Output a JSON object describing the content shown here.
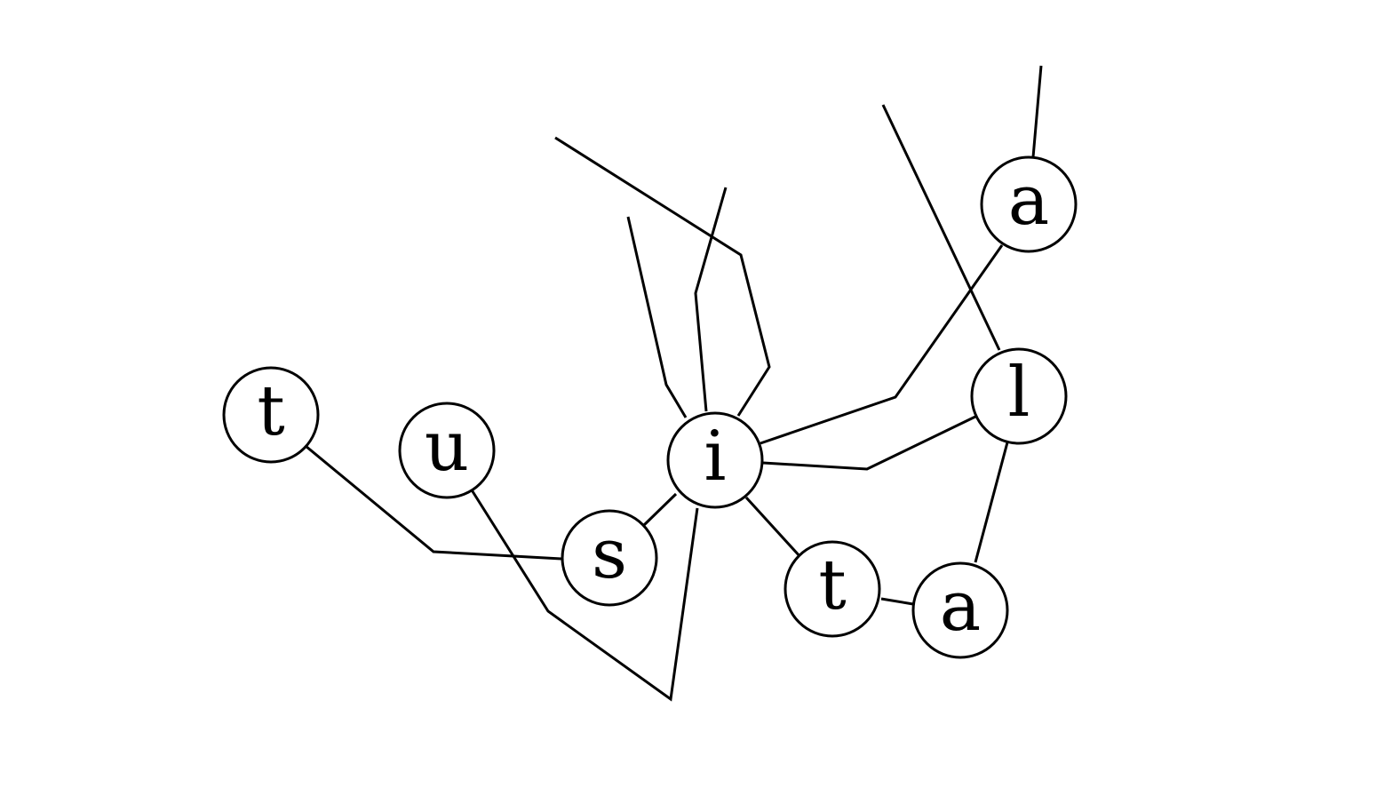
{
  "colors": {
    "ink": "#000000",
    "background": "#ffffff"
  },
  "nodes": [
    {
      "id": "t1",
      "label": "t"
    },
    {
      "id": "u",
      "label": "u"
    },
    {
      "id": "s",
      "label": "s"
    },
    {
      "id": "i",
      "label": "i"
    },
    {
      "id": "t2",
      "label": "t"
    },
    {
      "id": "a1",
      "label": "a"
    },
    {
      "id": "l",
      "label": "l"
    },
    {
      "id": "a2",
      "label": "a"
    }
  ]
}
